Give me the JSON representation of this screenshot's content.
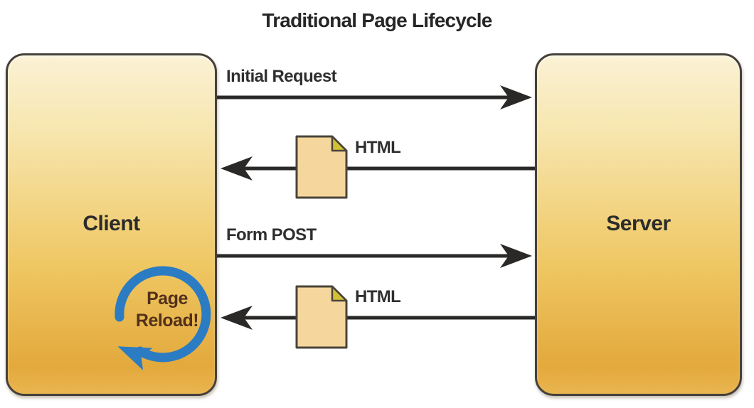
{
  "title": "Traditional Page Lifecycle",
  "client": {
    "label": "Client"
  },
  "server": {
    "label": "Server"
  },
  "flows": [
    {
      "id": "initial-request",
      "label": "Initial Request",
      "direction": "client-to-server"
    },
    {
      "id": "html-response-1",
      "label": "HTML",
      "direction": "server-to-client",
      "icon": "html-document-icon"
    },
    {
      "id": "form-post",
      "label": "Form POST",
      "direction": "client-to-server"
    },
    {
      "id": "html-response-2",
      "label": "HTML",
      "direction": "server-to-client",
      "icon": "html-document-icon"
    }
  ],
  "page_reload": {
    "line1": "Page",
    "line2": "Reload!"
  },
  "colors": {
    "box_gradient_top": "#fbf2d5",
    "box_gradient_bottom": "#e3a93c",
    "box_border": "#45403a",
    "arrow": "#2a2927",
    "document_fill": "#f5d79e",
    "document_fold": "#d2c135",
    "reload_ring": "#2b7cc2",
    "reload_text": "#52301a",
    "label_text": "#2f2f2f"
  }
}
